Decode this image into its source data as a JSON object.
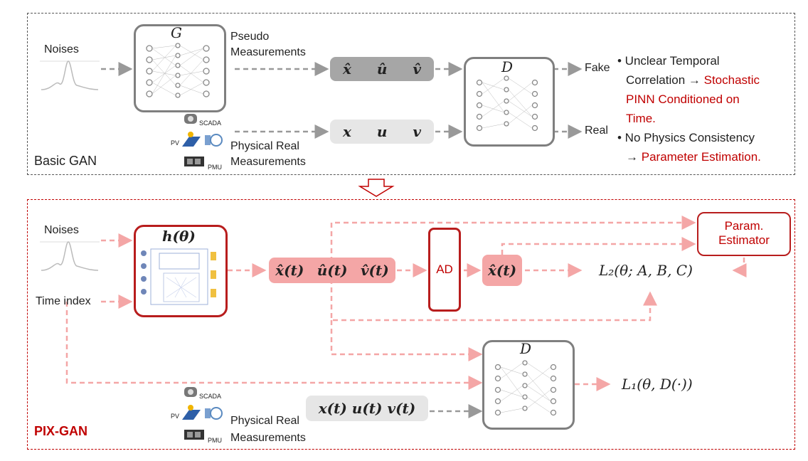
{
  "top": {
    "title": "Basic GAN",
    "noises_label": "Noises",
    "generator_symbol": "G",
    "pseudo_label_1": "Pseudo",
    "pseudo_label_2": "Measurements",
    "fake_vars": [
      "x̂",
      "û",
      "v̂"
    ],
    "real_vars": [
      "x",
      "u",
      "v"
    ],
    "discriminator_symbol": "D",
    "fake_label": "Fake",
    "real_label": "Real",
    "scada_label": "SCADA",
    "pv_label": "PV",
    "pmu_label": "PMU",
    "real_meas_1": "Physical Real",
    "real_meas_2": "Measurements",
    "notes": {
      "n1_a": "• Unclear Temporal",
      "n1_b": "Correlation →",
      "n1_c": "Stochastic",
      "n1_d": "PINN Conditioned on",
      "n1_e": "Time.",
      "n2_a": "• No Physics Consistency",
      "n2_b": "→",
      "n2_c": "Parameter Estimation."
    }
  },
  "bottom": {
    "title": "PIX-GAN",
    "noises_label": "Noises",
    "time_label": "Time index",
    "generator_symbol": "h(θ)",
    "gen_vars": [
      "x̂(t)",
      "û(t)",
      "v̂(t)"
    ],
    "ad_label": "AD",
    "ad_out": "x̂(t)",
    "param_1": "Param.",
    "param_2": "Estimator",
    "loss2": "L₂(θ; A, B, C)",
    "discriminator_symbol": "D",
    "loss1": "L₁(θ, D(·))",
    "real_vars": "x(t) u(t) v(t)",
    "scada_label": "SCADA",
    "pv_label": "PV",
    "pmu_label": "PMU",
    "real_meas_1": "Physical Real",
    "real_meas_2": "Measurements"
  },
  "colors": {
    "red": "#c00000",
    "pink_arrow": "#f4a6a6",
    "pink_fill": "#f4a6a6",
    "grey_fill": "#a6a6a6",
    "light_fill": "#e6e6e6"
  }
}
